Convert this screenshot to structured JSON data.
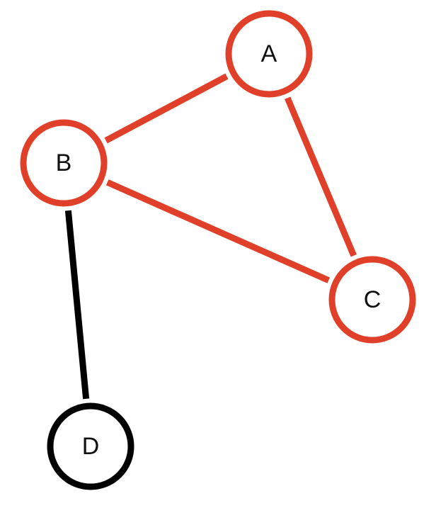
{
  "colors": {
    "highlight": "#e0402a",
    "default": "#000000",
    "background": "#ffffff"
  },
  "graph": {
    "nodes": [
      {
        "id": "A",
        "label": "A",
        "status": "highlight"
      },
      {
        "id": "B",
        "label": "B",
        "status": "highlight"
      },
      {
        "id": "C",
        "label": "C",
        "status": "highlight"
      },
      {
        "id": "D",
        "label": "D",
        "status": "default"
      }
    ],
    "edges": [
      {
        "from": "B",
        "to": "A",
        "status": "highlight"
      },
      {
        "from": "A",
        "to": "C",
        "status": "highlight"
      },
      {
        "from": "B",
        "to": "C",
        "status": "highlight"
      },
      {
        "from": "B",
        "to": "D",
        "status": "default"
      }
    ]
  }
}
